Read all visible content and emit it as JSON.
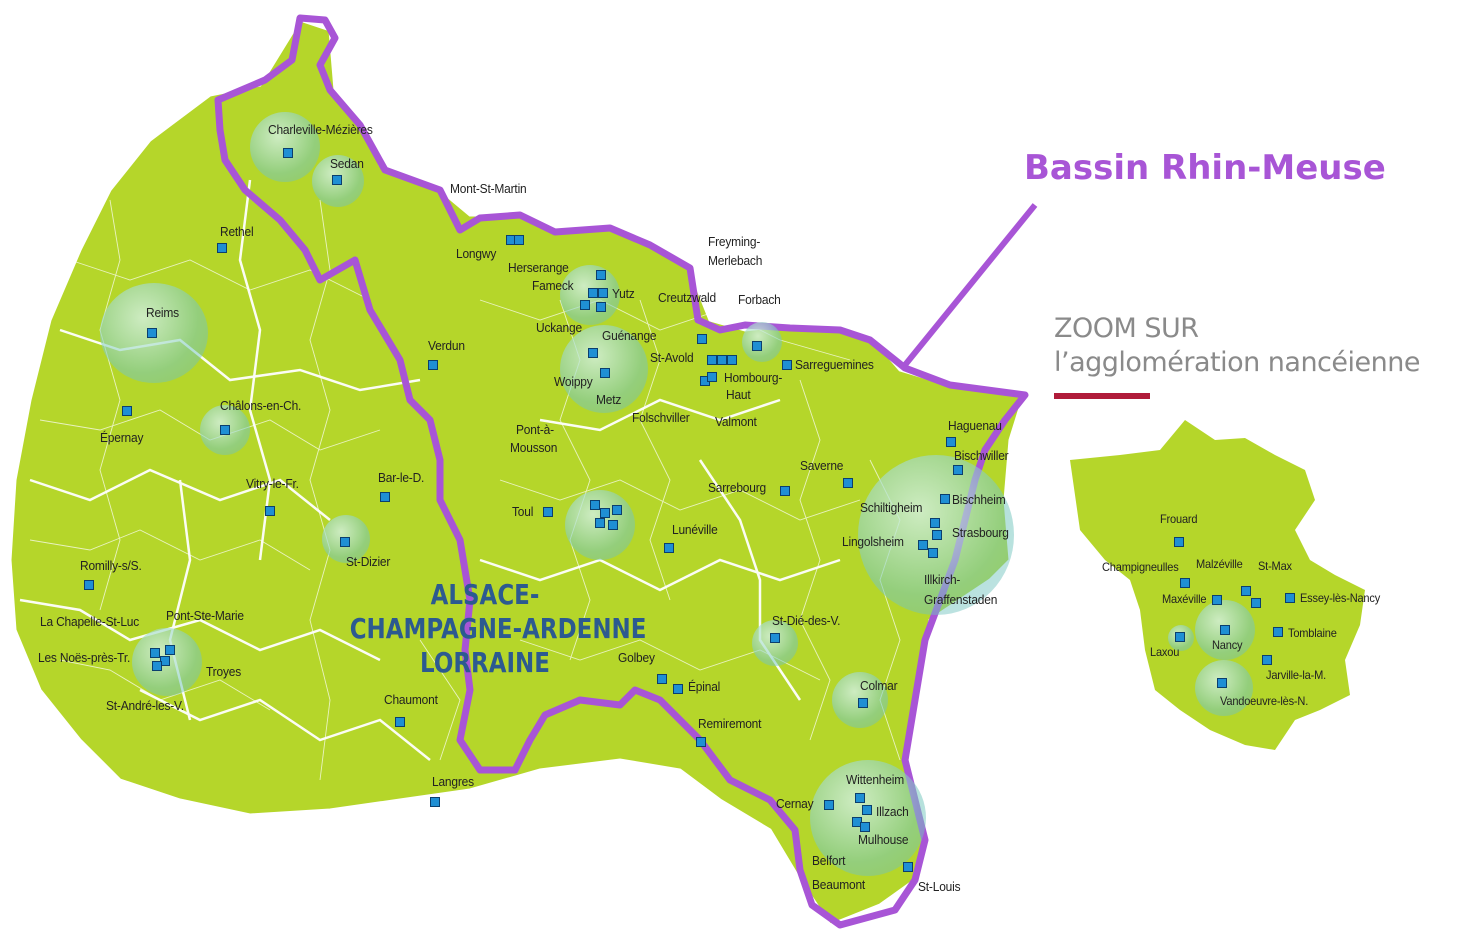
{
  "basin_title": "Bassin Rhin-Meuse",
  "zoom_title_line1": "ZOOM SUR",
  "zoom_title_line2": "l’agglomération nancéienne",
  "region_label": "ALSACE-\nCHAMPAGNE-ARDENNE\nLORRAINE",
  "colors": {
    "land": "#b5d62a",
    "basin_outline": "#a855d6",
    "marker": "#1f8fd4",
    "halo": "#7ec9c0",
    "zoom_rule": "#b01b3a"
  },
  "icons": [
    "city-marker-icon",
    "population-halo-icon"
  ],
  "cities": [
    {
      "name": "Charleville-Mézières"
    },
    {
      "name": "Sedan"
    },
    {
      "name": "Rethel"
    },
    {
      "name": "Reims"
    },
    {
      "name": "Verdun"
    },
    {
      "name": "Châlons-en-Ch."
    },
    {
      "name": "Épernay"
    },
    {
      "name": "Vitry-le-Fr."
    },
    {
      "name": "Bar-le-D."
    },
    {
      "name": "St-Dizier"
    },
    {
      "name": "Romilly-s/S."
    },
    {
      "name": "La Chapelle-St-Luc"
    },
    {
      "name": "Pont-Ste-Marie"
    },
    {
      "name": "Les Noës-près-Tr."
    },
    {
      "name": "Troyes"
    },
    {
      "name": "St-André-les-V."
    },
    {
      "name": "Chaumont"
    },
    {
      "name": "Langres"
    },
    {
      "name": "Mont-St-Martin"
    },
    {
      "name": "Longwy"
    },
    {
      "name": "Herserange"
    },
    {
      "name": "Fameck"
    },
    {
      "name": "Yutz"
    },
    {
      "name": "Uckange"
    },
    {
      "name": "Guénange"
    },
    {
      "name": "Woippy"
    },
    {
      "name": "Metz"
    },
    {
      "name": "St-Avold"
    },
    {
      "name": "Freyming-"
    },
    {
      "name": "Merlebach"
    },
    {
      "name": "Forbach"
    },
    {
      "name": "Creutzwald"
    },
    {
      "name": "Sarreguemines"
    },
    {
      "name": "Hombourg-"
    },
    {
      "name": "Haut"
    },
    {
      "name": "Folschviller"
    },
    {
      "name": "Valmont"
    },
    {
      "name": "Pont-à-"
    },
    {
      "name": "Mousson"
    },
    {
      "name": "Toul"
    },
    {
      "name": "Lunéville"
    },
    {
      "name": "Sarrebourg"
    },
    {
      "name": "Saverne"
    },
    {
      "name": "Haguenau"
    },
    {
      "name": "Bischwiller"
    },
    {
      "name": "Bischheim"
    },
    {
      "name": "Schiltigheim"
    },
    {
      "name": "Strasbourg"
    },
    {
      "name": "Lingolsheim"
    },
    {
      "name": "Illkirch-"
    },
    {
      "name": "Graffenstaden"
    },
    {
      "name": "St-Dié-des-V."
    },
    {
      "name": "Golbey"
    },
    {
      "name": "Épinal"
    },
    {
      "name": "Remiremont"
    },
    {
      "name": "Colmar"
    },
    {
      "name": "Wittenheim"
    },
    {
      "name": "Cernay"
    },
    {
      "name": "Illzach"
    },
    {
      "name": "Mulhouse"
    },
    {
      "name": "Belfort"
    },
    {
      "name": "Beaumont"
    },
    {
      "name": "St-Louis"
    }
  ],
  "zoom_cities": [
    {
      "name": "Frouard"
    },
    {
      "name": "Champigneulles"
    },
    {
      "name": "Malzéville"
    },
    {
      "name": "St-Max"
    },
    {
      "name": "Maxéville"
    },
    {
      "name": "Essey-lès-Nancy"
    },
    {
      "name": "Laxou"
    },
    {
      "name": "Nancy"
    },
    {
      "name": "Tomblaine"
    },
    {
      "name": "Jarville-la-M."
    },
    {
      "name": "Vandoeuvre-lès-N."
    }
  ]
}
